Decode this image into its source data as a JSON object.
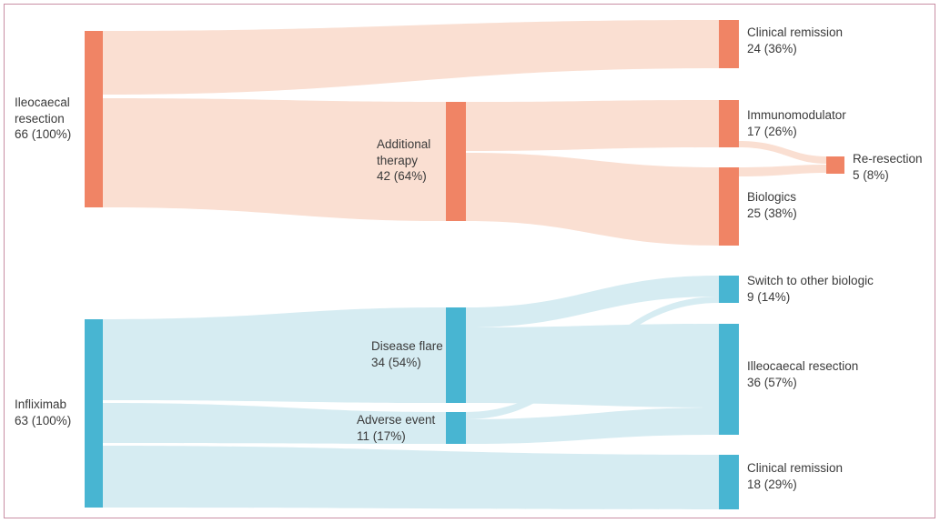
{
  "figure": {
    "type": "sankey",
    "title": "",
    "border_color": "#c98fa4",
    "background": "#ffffff"
  },
  "chart_data": {
    "type": "sankey",
    "title": "",
    "xlabel": "",
    "ylabel": "",
    "palettes": {
      "orange_node": "#f08465",
      "orange_link": "#fadfd2",
      "blue_node": "#48b5d2",
      "blue_link": "#d6ecf2"
    },
    "diagrams": [
      {
        "name": "ileocaecal-resection-arm",
        "color_node": "#f08465",
        "color_link": "#fadfd2",
        "nodes": [
          {
            "id": "ileocaecal_resection",
            "label": "Ileocaecal resection",
            "value": 66,
            "percent": "100%",
            "value_label": "66 (100%)",
            "column": 0
          },
          {
            "id": "additional_therapy",
            "label": "Additional therapy",
            "value": 42,
            "percent": "64%",
            "value_label": "42 (64%)",
            "column": 1
          },
          {
            "id": "clinical_remission",
            "label": "Clinical remission",
            "value": 24,
            "percent": "36%",
            "value_label": "24 (36%)",
            "column": 2
          },
          {
            "id": "immunomodulator",
            "label": "Immunomodulator",
            "value": 17,
            "percent": "26%",
            "value_label": "17 (26%)",
            "column": 2
          },
          {
            "id": "biologics",
            "label": "Biologics",
            "value": 25,
            "percent": "38%",
            "value_label": "25 (38%)",
            "column": 2
          },
          {
            "id": "re_resection",
            "label": "Re-resection",
            "value": 5,
            "percent": "8%",
            "value_label": "5 (8%)",
            "column": 3
          }
        ],
        "links": [
          {
            "source": "ileocaecal_resection",
            "target": "clinical_remission",
            "value": 24
          },
          {
            "source": "ileocaecal_resection",
            "target": "additional_therapy",
            "value": 42
          },
          {
            "source": "additional_therapy",
            "target": "immunomodulator",
            "value": 17
          },
          {
            "source": "additional_therapy",
            "target": "biologics",
            "value": 25
          },
          {
            "source": "immunomodulator",
            "target": "re_resection",
            "value": 2
          },
          {
            "source": "biologics",
            "target": "re_resection",
            "value": 3
          }
        ]
      },
      {
        "name": "infliximab-arm",
        "color_node": "#48b5d2",
        "color_link": "#d6ecf2",
        "nodes": [
          {
            "id": "infliximab",
            "label": "Infliximab",
            "value": 63,
            "percent": "100%",
            "value_label": "63 (100%)",
            "column": 0
          },
          {
            "id": "disease_flare",
            "label": "Disease flare",
            "value": 34,
            "percent": "54%",
            "value_label": "34 (54%)",
            "column": 1
          },
          {
            "id": "adverse_event",
            "label": "Adverse event",
            "value": 11,
            "percent": "17%",
            "value_label": "11 (17%)",
            "column": 1
          },
          {
            "id": "switch_to_other_biologic",
            "label": "Switch to other biologic",
            "value": 9,
            "percent": "14%",
            "value_label": "9 (14%)",
            "column": 2
          },
          {
            "id": "illeocaecal_resection",
            "label": "Illeocaecal resection",
            "value": 36,
            "percent": "57%",
            "value_label": "36 (57%)",
            "column": 2
          },
          {
            "id": "clinical_remission_b",
            "label": "Clinical remission",
            "value": 18,
            "percent": "29%",
            "value_label": "18 (29%)",
            "column": 2
          }
        ],
        "links": [
          {
            "source": "infliximab",
            "target": "disease_flare",
            "value": 34
          },
          {
            "source": "infliximab",
            "target": "adverse_event",
            "value": 11
          },
          {
            "source": "infliximab",
            "target": "clinical_remission_b",
            "value": 18
          },
          {
            "source": "disease_flare",
            "target": "switch_to_other_biologic",
            "value": 7
          },
          {
            "source": "disease_flare",
            "target": "illeocaecal_resection",
            "value": 27
          },
          {
            "source": "adverse_event",
            "target": "switch_to_other_biologic",
            "value": 2
          },
          {
            "source": "adverse_event",
            "target": "illeocaecal_resection",
            "value": 9
          }
        ]
      }
    ]
  },
  "labels": {
    "ileocaecal_resection": {
      "name": "Ileocaecal",
      "name2": "resection",
      "value": "66 (100%)"
    },
    "additional_therapy": {
      "name": "Additional",
      "name2": "therapy",
      "value": "42 (64%)"
    },
    "clinical_remission": {
      "name": "Clinical remission",
      "value": "24 (36%)"
    },
    "immunomodulator": {
      "name": "Immunomodulator",
      "value": "17 (26%)"
    },
    "biologics": {
      "name": "Biologics",
      "value": "25 (38%)"
    },
    "re_resection": {
      "name": "Re-resection",
      "value": "5 (8%)"
    },
    "infliximab": {
      "name": "Infliximab",
      "value": "63 (100%)"
    },
    "disease_flare": {
      "name": "Disease flare",
      "value": "34 (54%)"
    },
    "adverse_event": {
      "name": "Adverse event",
      "value": "11 (17%)"
    },
    "switch_to_other_biologic": {
      "name": "Switch to other biologic",
      "value": "9 (14%)"
    },
    "illeocaecal_resection": {
      "name": "Illeocaecal resection",
      "value": "36 (57%)"
    },
    "clinical_remission_b": {
      "name": "Clinical remission",
      "value": "18 (29%)"
    }
  }
}
